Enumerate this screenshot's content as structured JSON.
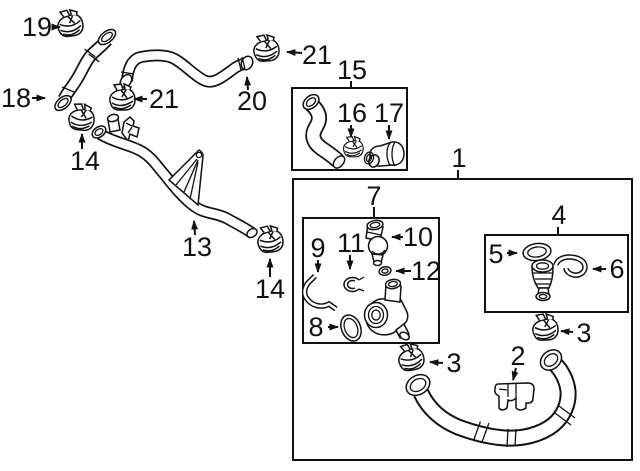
{
  "diagram": {
    "kind": "exploded-parts-diagram",
    "colors": {
      "background": "#ffffff",
      "line": "#111111"
    },
    "callouts": {
      "n1": "1",
      "n2": "2",
      "n3": "3",
      "n4": "4",
      "n5": "5",
      "n6": "6",
      "n7": "7",
      "n8": "8",
      "n9": "9",
      "n10": "10",
      "n11": "11",
      "n12": "12",
      "n13": "13",
      "n14": "14",
      "n15": "15",
      "n16": "16",
      "n17": "17",
      "n18": "18",
      "n19": "19",
      "n20": "20",
      "n21": "21"
    },
    "parts": [
      {
        "callout": "1",
        "name": "main-assembly-box"
      },
      {
        "callout": "2",
        "name": "hose-retaining-clip"
      },
      {
        "callout": "3",
        "name": "spring-clamp"
      },
      {
        "callout": "4",
        "name": "valve-kit-box"
      },
      {
        "callout": "5",
        "name": "seal-ring"
      },
      {
        "callout": "6",
        "name": "vent-hose"
      },
      {
        "callout": "7",
        "name": "housing-kit-box"
      },
      {
        "callout": "8",
        "name": "o-ring"
      },
      {
        "callout": "9",
        "name": "retaining-hook"
      },
      {
        "callout": "10",
        "name": "temperature-sensor"
      },
      {
        "callout": "11",
        "name": "retaining-clip"
      },
      {
        "callout": "12",
        "name": "o-ring-small"
      },
      {
        "callout": "13",
        "name": "hose-with-bracket"
      },
      {
        "callout": "14",
        "name": "spring-clamp"
      },
      {
        "callout": "15",
        "name": "hose-kit-box"
      },
      {
        "callout": "16",
        "name": "spring-clamp"
      },
      {
        "callout": "17",
        "name": "elbow-connector"
      },
      {
        "callout": "18",
        "name": "curved-hose"
      },
      {
        "callout": "19",
        "name": "spring-clamp"
      },
      {
        "callout": "20",
        "name": "curved-hose"
      },
      {
        "callout": "21",
        "name": "spring-clamp"
      }
    ]
  }
}
